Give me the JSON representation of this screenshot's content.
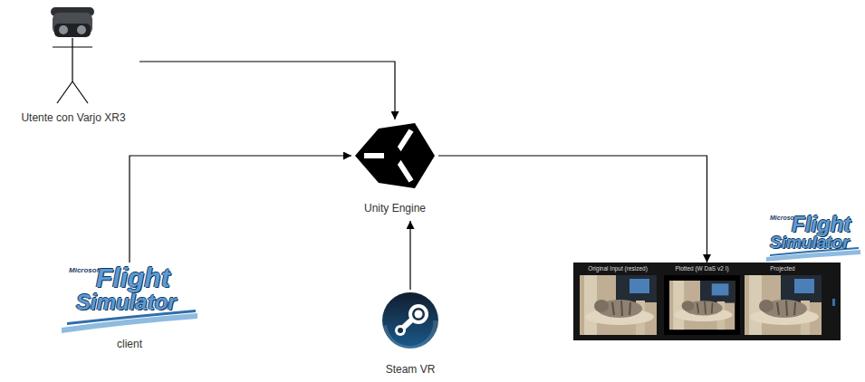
{
  "diagram": {
    "nodes": [
      {
        "text": [
          "Utente con Varjo XR3"
        ]
      },
      {
        "text": [
          "Unity Engine"
        ]
      },
      {
        "text": [
          "Microsoft",
          "Flight",
          "Simulator",
          "client"
        ]
      },
      {
        "text": [
          "Steam VR"
        ]
      },
      {
        "text": [
          "Original Input (resized)",
          "Plotted (W DaS v2 I)",
          "Projected"
        ]
      },
      {
        "text": [
          "Microsoft",
          "Flight",
          "Simulator"
        ]
      }
    ],
    "edges": [
      {
        "from": 0,
        "to": 1,
        "arrow": "to"
      },
      {
        "from": 2,
        "to": 1,
        "arrow": "to"
      },
      {
        "from": 3,
        "to": 1,
        "arrow": "to"
      },
      {
        "from": 1,
        "to": 4,
        "arrow": "to"
      }
    ]
  }
}
